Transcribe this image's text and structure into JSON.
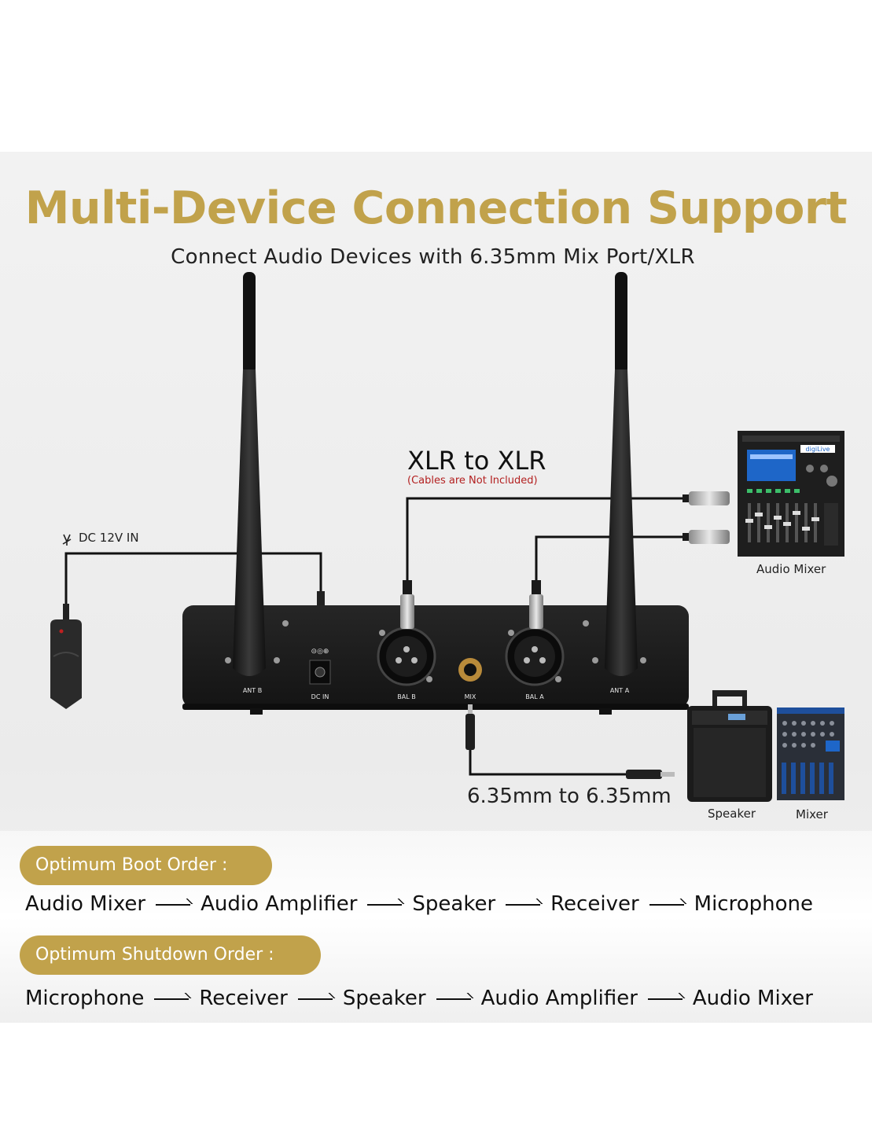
{
  "header": {
    "title": "Multi-Device Connection Support",
    "subtitle": "Connect Audio Devices with 6.35mm Mix Port/XLR"
  },
  "diagram": {
    "xlr_title": "XLR to XLR",
    "xlr_note": "(Cables are Not Included)",
    "dc_label": "DC 12V IN",
    "audio_mixer_label": "Audio Mixer",
    "trs_label": "6.35mm to 6.35mm",
    "speaker_label": "Speaker",
    "mixer_label": "Mixer",
    "receiver_ports": {
      "ant_b": "ANT B",
      "dc_in": "DC IN",
      "bal_b": "BAL B",
      "mix": "MIX",
      "bal_a": "BAL A",
      "ant_a": "ANT A"
    },
    "mixer_brand": "digiLive"
  },
  "boot_order": {
    "label": "Optimum Boot Order :",
    "steps": [
      "Audio Mixer",
      "Audio Amplifier",
      "Speaker",
      "Receiver",
      "Microphone"
    ]
  },
  "shutdown_order": {
    "label": "Optimum Shutdown Order :",
    "steps": [
      "Microphone",
      "Receiver",
      "Speaker",
      "Audio Amplifier",
      "Audio Mixer"
    ]
  },
  "colors": {
    "accent_gold": "#c1a24b",
    "note_red": "#b32020",
    "device_black": "#1c1c1c"
  }
}
